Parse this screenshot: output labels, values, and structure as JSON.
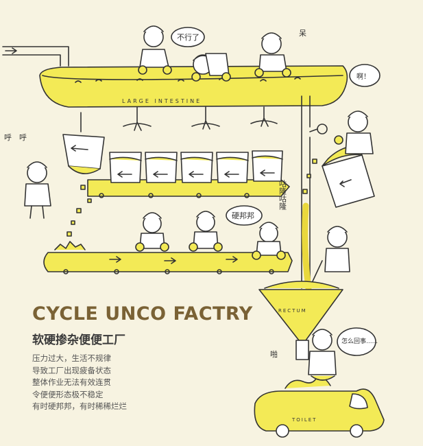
{
  "title": "CYCLE UNCO FACTRY",
  "subtitle": "软硬掺杂便便工厂",
  "description": [
    "压力过大，生活不规律",
    "导致工厂出现疲备状态",
    "整体作业无法有效连贯",
    "令便便形态极不稳定",
    "有时硬邦邦，有时稀稀烂烂"
  ],
  "labels": {
    "large_intestine": "LARGE INTESTINE",
    "rectum": "RECTUM",
    "toilet": "TOILET"
  },
  "speech": {
    "bubble_1": "不行了",
    "bubble_2": "啊！",
    "bubble_3": "硬邦邦",
    "bubble_4": "怎么回事......",
    "sound_dull": "呆",
    "sound_breath": "呼　呼",
    "sound_gulu": "咕隆咕隆",
    "sound_pa": "啪"
  },
  "colors": {
    "background": "#f7f3e1",
    "machine_yellow": "#f3ea56",
    "ink": "#333333",
    "title_brown": "#7a6235"
  }
}
